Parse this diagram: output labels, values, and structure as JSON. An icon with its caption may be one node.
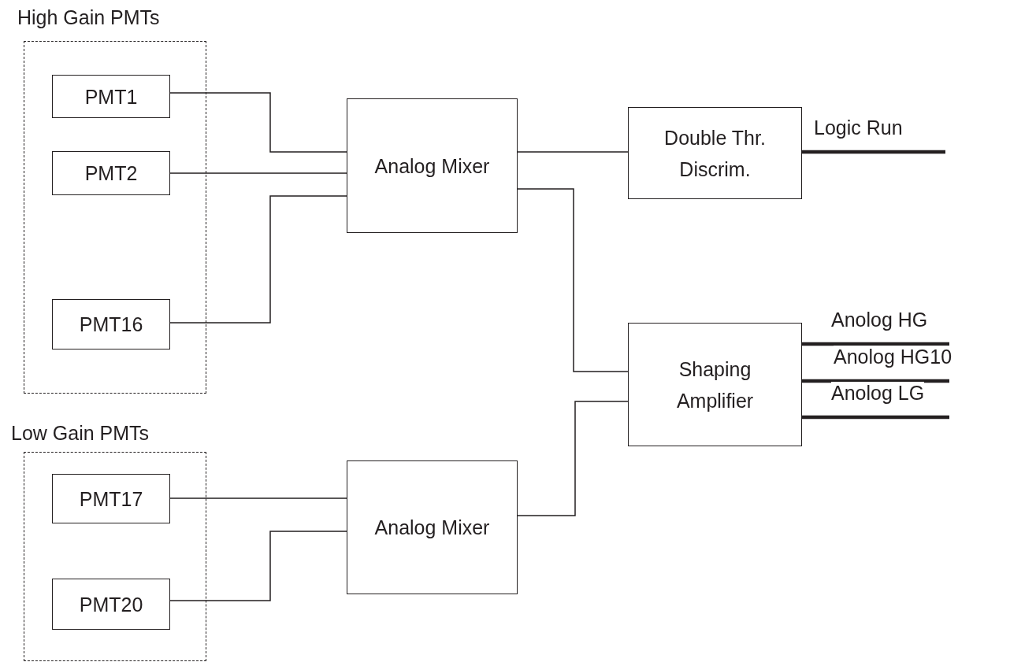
{
  "diagram": {
    "nodes": [
      {
        "text": [
          "High Gain PMTs"
        ]
      },
      {
        "text": [
          "PMT1"
        ],
        "in": 0
      },
      {
        "text": [
          "PMT2"
        ],
        "in": 0
      },
      {
        "text": [
          "PMT16"
        ],
        "in": 0
      },
      {
        "text": [
          "Low Gain PMTs"
        ]
      },
      {
        "text": [
          "PMT17"
        ],
        "in": 4
      },
      {
        "text": [
          "PMT20"
        ],
        "in": 4
      },
      {
        "text": [
          "Analog Mixer"
        ]
      },
      {
        "text": [
          "Double Thr. Discrim."
        ]
      },
      {
        "text": [
          "Shaping Amplifier"
        ]
      },
      {
        "text": [
          "Analog Mixer"
        ]
      }
    ],
    "edges": [
      {
        "from": 1,
        "to": 7,
        "arrow": "none"
      },
      {
        "from": 2,
        "to": 7,
        "arrow": "none"
      },
      {
        "from": 3,
        "to": 7,
        "arrow": "none"
      },
      {
        "from": 7,
        "to": 8,
        "arrow": "none"
      },
      {
        "from": 7,
        "to": 9,
        "arrow": "none"
      },
      {
        "from": 5,
        "to": 10,
        "arrow": "none"
      },
      {
        "from": 6,
        "to": 10,
        "arrow": "none"
      },
      {
        "from": 10,
        "to": 9,
        "arrow": "none"
      },
      {
        "from": 8,
        "to": null,
        "arrow": "none",
        "label": "Logic Run",
        "style": "thick"
      },
      {
        "from": 9,
        "to": null,
        "arrow": "none",
        "label": "Anolog HG",
        "style": "thick"
      },
      {
        "from": 9,
        "to": null,
        "arrow": "none",
        "label": "Anolog HG10",
        "style": "thick"
      },
      {
        "from": 9,
        "to": null,
        "arrow": "none",
        "label": "Anolog LG",
        "style": "thick"
      }
    ]
  }
}
